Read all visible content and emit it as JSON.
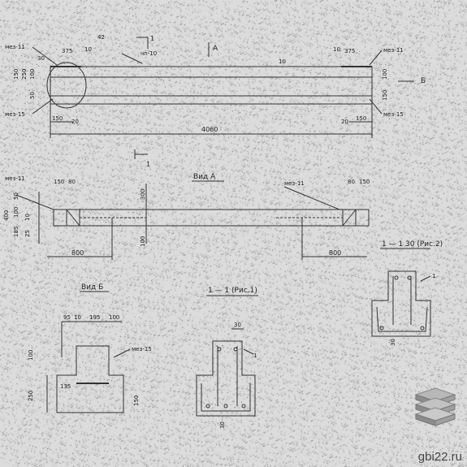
{
  "top_view": {
    "cut_label": "1",
    "view_a_arrow": "А",
    "view_b_arrow": "Б",
    "label_mez11_left": "мез-11",
    "label_mez11_right": "мез-11",
    "label_mez15_left": "мез-15",
    "label_mez15_right": "мез-15",
    "label_chp10": "чп-10",
    "dim_42": "42",
    "dim_375_left": "375",
    "dim_375_right": "375",
    "dim_10_left": "10",
    "dim_10_right": "10",
    "dim_30_left": "30",
    "dim_10_mid": "10",
    "dim_150_left": "150",
    "dim_250_left": "250",
    "dim_100_left": "100",
    "dim_50_left": "50",
    "dim_100_right": "100",
    "dim_150_right": "150",
    "dim_150_bot_left": "150",
    "dim_20_bot_left": "20",
    "dim_20_bot_right": "20",
    "dim_150_bot_right": "150",
    "dim_4060": "4060"
  },
  "view_a": {
    "title": "Вид А",
    "cut_label": "1",
    "label_mez11_left": "мез-11",
    "label_mez11_right": "мез-11",
    "dim_150_left": "150",
    "dim_80_left": "80",
    "dim_80_right": "80",
    "dim_150_right": "150",
    "dim_400": "400",
    "dim_50": "50",
    "dim_100": "100",
    "dim_10": "10",
    "dim_185": "185",
    "dim_25": "25",
    "dim_300": "300",
    "dim_100_mid": "100",
    "dim_800_left": "800",
    "dim_800_right": "800"
  },
  "view_b": {
    "title": "Вид Б",
    "label_mez15": "мез-15",
    "dim_95": "95",
    "dim_10": "10",
    "dim_195": "195",
    "dim_100_top": "100",
    "dim_100_left": "100",
    "dim_250": "250",
    "dim_135": "135",
    "dim_150": "150"
  },
  "section_1": {
    "title": "1 — 1 (Рис.1)",
    "dim_30_top": "30",
    "dim_30_bottom": "30",
    "marker": "1"
  },
  "section_2": {
    "title": "1 — 1 30 (Рис.2)",
    "dim_30": "30",
    "marker": "1"
  },
  "watermark": "gbi22.ru"
}
